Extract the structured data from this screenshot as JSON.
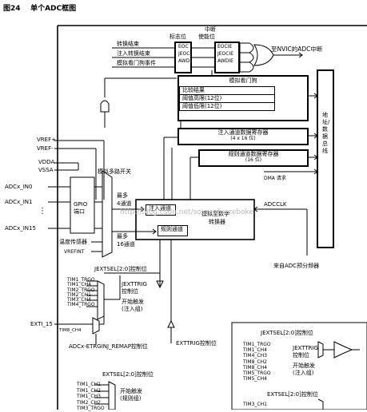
{
  "figure": {
    "number": "图24",
    "title": "单个ADC框图"
  },
  "top_flags": {
    "labels": [
      "转换结束",
      "注入转换结束",
      "模拟看门狗事件"
    ],
    "flag_header": "标志位",
    "irq_header": [
      "中断",
      "使能位"
    ],
    "flags": [
      "EOC",
      "JEOC",
      "AWD"
    ],
    "enables": [
      "EOCIE",
      "JEOCIE",
      "AWDIE"
    ],
    "nvic": "至NVIC的ADC中断"
  },
  "watchdog": {
    "title": "模拟看门狗",
    "rows": [
      "比较结果",
      "阈值高限(12位)",
      "阈值低限(12位)"
    ]
  },
  "injected_reg": {
    "title": "注入通道数据寄存器",
    "sub": "(4 x 16 位)"
  },
  "regular_reg": {
    "title": "规则通道数据寄存器",
    "sub": "(16 位)"
  },
  "dma": "DMA 请求",
  "bus": "地址/数据总线",
  "ref_pins": [
    "VREF+",
    "VREF-",
    "VDDA",
    "VSSA"
  ],
  "inputs": [
    "ADCx_IN0",
    "ADCx_IN1",
    "ADCx_IN15"
  ],
  "gpio": "GPIO 端口",
  "temp": "温度传感器",
  "vrefint": "VREFINT",
  "mux": "模拟多路开关",
  "max4": [
    "最多",
    "4通道"
  ],
  "max16": [
    "最多",
    "16通道"
  ],
  "injected_ch": "注入通道",
  "regular_ch": "规则通道",
  "converter": [
    "模拟至数字",
    "转换器"
  ],
  "adcclk": "ADCCLK",
  "prescaler": "来自ADC预分频器",
  "jext": {
    "sel": "JEXTSEL[2:0]控制位",
    "signals": [
      "TIM1_TRGO",
      "TIM1_CH4",
      "TIM2_TRGO",
      "TIM2_CH1",
      "TIM3_CH4",
      "TIM4_TRGO"
    ],
    "jextrig": [
      "JEXTTRIG",
      "控制位"
    ],
    "start": [
      "开始触发",
      "(注入组)"
    ]
  },
  "exti": "EXTI_15",
  "tim8": "TIM8_CH4",
  "remap": "ADCx-ETRGINJ_REMAP控制位",
  "exttrig": "EXTTRIG控制位",
  "ext": {
    "sel": "EXTSEL[2:0]控制位",
    "signals": [
      "TIM1_CH1",
      "TIM1_CH2",
      "TIM1_CH3",
      "TIM2_CH2",
      "TIM3_TRGO"
    ],
    "start": [
      "开始触发",
      "(规则组)"
    ]
  },
  "jext2": {
    "sel": "JEXTSEL[2:0]控制位",
    "signals": [
      "TIM1_TRGO",
      "TIM1_CH4",
      "TIM4_CH3",
      "TIM8_CH2",
      "TIM8_CH4",
      "TIM5_TRGO",
      "TIM5_CH4"
    ],
    "jextrig": [
      "JEXTTRIG",
      "控制位"
    ],
    "start": [
      "开始触发",
      "(注入组)"
    ]
  },
  "ext2": {
    "sel": "EXTSEL[2:0]控制位",
    "signals": [
      "TIM3_CH1"
    ]
  },
  "watermark": "http://blog.csdn.net/sourcefuzzeboke"
}
